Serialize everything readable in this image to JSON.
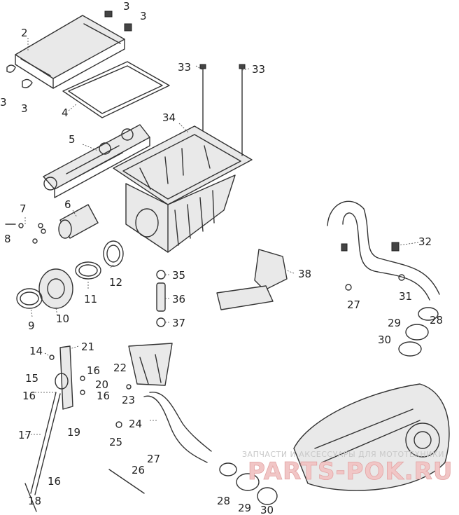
{
  "callouts": [
    "3",
    "3",
    "2",
    "3",
    "3",
    "4",
    "33",
    "33",
    "34",
    "5",
    "7",
    "6",
    "8",
    "35",
    "36",
    "37",
    "38",
    "12",
    "11",
    "9",
    "10",
    "14",
    "21",
    "15",
    "16",
    "20",
    "16",
    "16",
    "22",
    "23",
    "19",
    "17",
    "24",
    "25",
    "27",
    "26",
    "16",
    "18",
    "28",
    "29",
    "30",
    "32",
    "27",
    "31",
    "29",
    "28",
    "30"
  ],
  "watermark": {
    "line1": "ЗАПЧАСТИ И АКСЕССУАРЫ ДЛЯ МОТОТЕХНИКИ",
    "logo": "PARTS-POK.RU"
  }
}
